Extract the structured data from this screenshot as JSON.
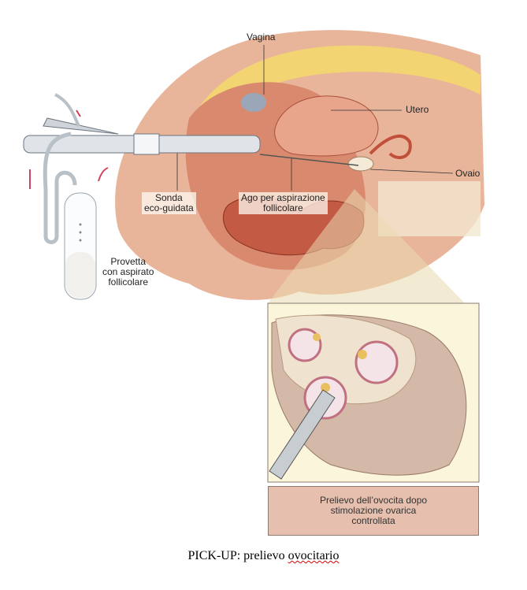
{
  "labels": {
    "vagina": "Vagina",
    "utero": "Utero",
    "ovaio": "Ovaio",
    "sonda": [
      "Sonda",
      "eco-guidata"
    ],
    "ago": [
      "Ago per aspirazione",
      "follicolare"
    ],
    "provetta": [
      "Provetta",
      "con aspirato",
      "follicolare"
    ]
  },
  "inset_caption": [
    "Prelievo dell’ovocita dopo",
    "stimolazione ovarica",
    "controllata"
  ],
  "caption": {
    "prefix": "PICK-UP: prelievo ",
    "underlined": "ovocitario"
  },
  "colors": {
    "skin": "#e8b59a",
    "tissue": "#c86a50",
    "fat": "#f2d472",
    "inset_bg": "#fbf5dc",
    "caption_box": "#e6bfae"
  }
}
